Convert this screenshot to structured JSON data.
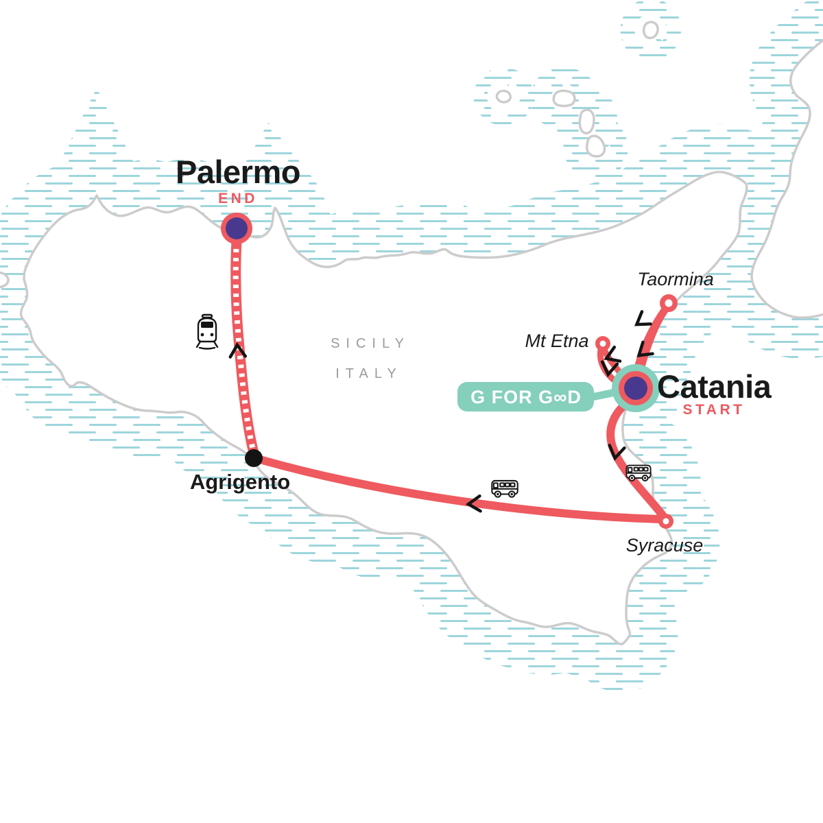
{
  "theme": {
    "background": "#ffffff",
    "route_red": "#ee5a5f",
    "marker_purple": "#49398e",
    "teal": "#85cfbd",
    "coast_gray": "#cccccc",
    "water_hatch": "#9dd5dc",
    "label_black": "#1a1a1a",
    "region_gray": "#9b9b9b",
    "icon_black": "#141414"
  },
  "region": {
    "primary": "SICILY",
    "secondary": "ITALY"
  },
  "badge": {
    "label": "G FOR GOOD",
    "display": "G FOR G∞D"
  },
  "stops": {
    "palermo": {
      "name": "Palermo",
      "tag": "END"
    },
    "catania": {
      "name": "Catania",
      "tag": "START"
    },
    "agrigento": {
      "name": "Agrigento"
    },
    "taormina": {
      "name": "Taormina"
    },
    "mt_etna": {
      "name": "Mt Etna"
    },
    "syracuse": {
      "name": "Syracuse"
    }
  },
  "routes": [
    {
      "from": "Catania",
      "to": "Taormina",
      "type": "round-trip"
    },
    {
      "from": "Catania",
      "to": "Mt Etna",
      "type": "round-trip"
    },
    {
      "from": "Catania",
      "to": "Syracuse",
      "mode": "bus"
    },
    {
      "from": "Syracuse",
      "to": "Agrigento",
      "mode": "bus"
    },
    {
      "from": "Agrigento",
      "to": "Palermo",
      "mode": "train"
    }
  ]
}
